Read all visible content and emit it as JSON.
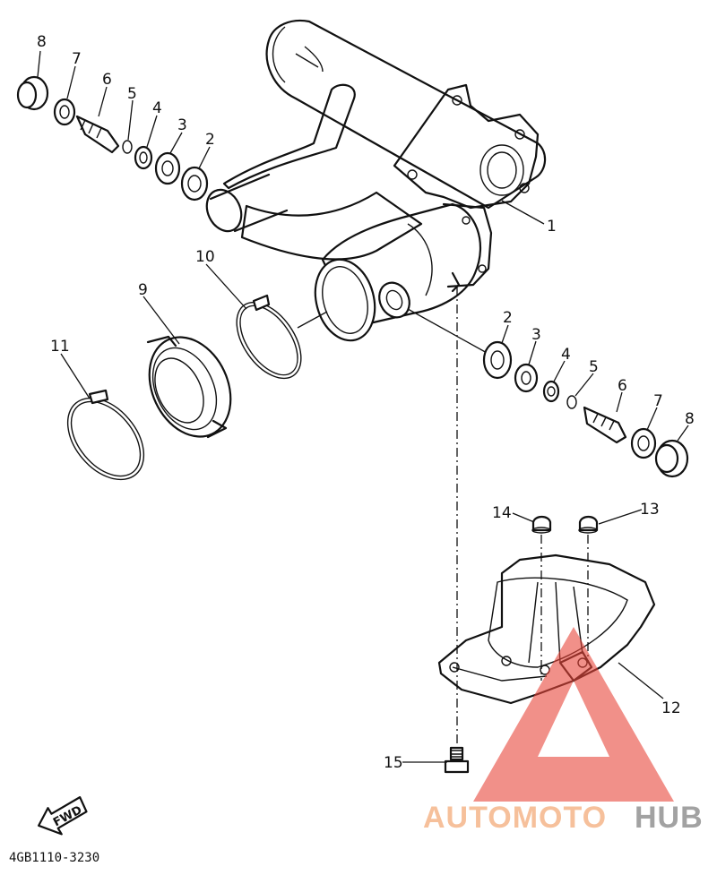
{
  "diagram_code": "4GB1110-3230",
  "fwd_label": "FWD",
  "watermark": {
    "part1": "AUTOMOTO",
    "part2": "HUB",
    "color1": "#f5b183",
    "color2": "#8c8c8c",
    "logo_color": "#e8463a"
  },
  "callouts": {
    "p1": "1",
    "p2_left": "2",
    "p3_left": "3",
    "p4_left": "4",
    "p5_left": "5",
    "p6_left": "6",
    "p7_left": "7",
    "p8_left": "8",
    "p2_right": "2",
    "p3_right": "3",
    "p4_right": "4",
    "p5_right": "5",
    "p6_right": "6",
    "p7_right": "7",
    "p8_right": "8",
    "p9": "9",
    "p10": "10",
    "p11": "11",
    "p12": "12",
    "p13": "13",
    "p14": "14",
    "p15": "15"
  }
}
